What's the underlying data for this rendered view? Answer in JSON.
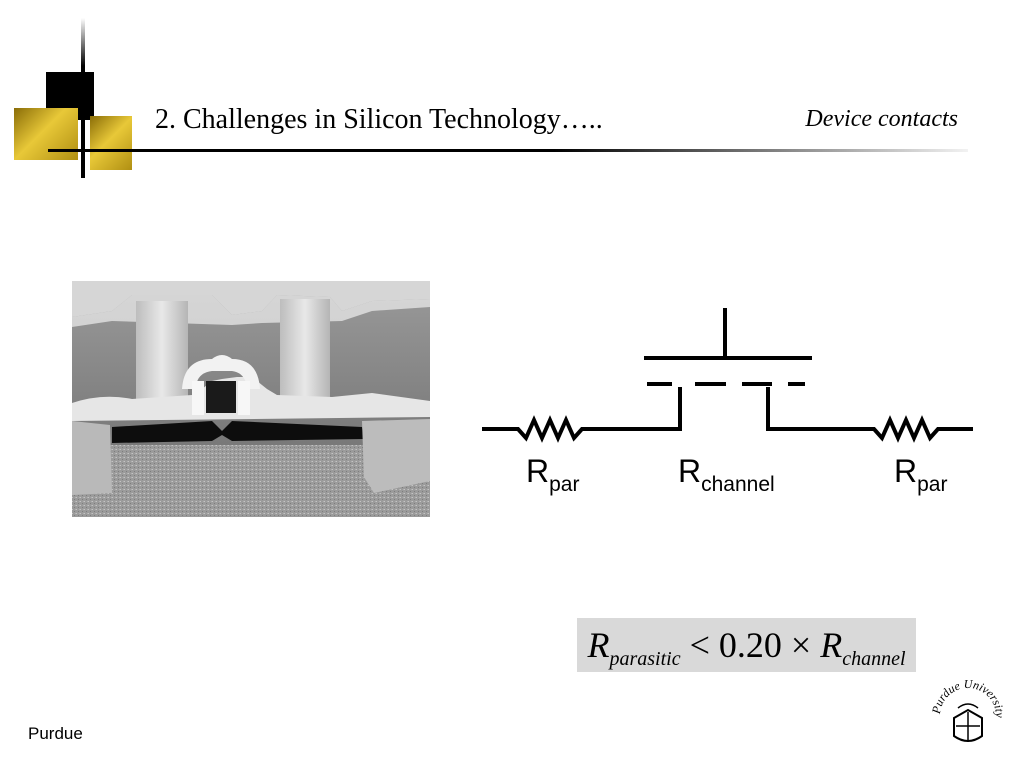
{
  "header": {
    "title": "2.  Challenges in Silicon Technology…..",
    "section": "Device contacts"
  },
  "circuit": {
    "labels": [
      {
        "main": "R",
        "sub": "par"
      },
      {
        "main": "R",
        "sub": "channel"
      },
      {
        "main": "R",
        "sub": "par"
      }
    ]
  },
  "formula": {
    "lhs": "R",
    "lhs_sub": "parasitic",
    "op1": "<",
    "coef": "0.20",
    "op2": "×",
    "rhs": "R",
    "rhs_sub": "channel"
  },
  "footer": {
    "text": "Purdue",
    "seal_text": "Purdue University"
  },
  "colors": {
    "gold": "#d4af20",
    "formula_bg": "#d9d9d9"
  }
}
